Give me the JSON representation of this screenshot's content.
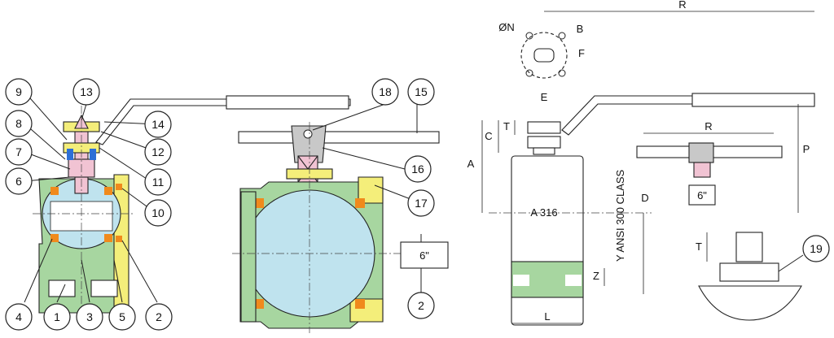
{
  "callouts": {
    "c1": "1",
    "c2": "2",
    "c3": "3",
    "c4": "4",
    "c5": "5",
    "c6": "6",
    "c7": "7",
    "c8": "8",
    "c9": "9",
    "c10": "10",
    "c11": "11",
    "c12": "12",
    "c13": "13",
    "c14": "14",
    "c15": "15",
    "c16": "16",
    "c17": "17",
    "c18": "18",
    "c19": "19",
    "c2b": "2"
  },
  "labels": {
    "size_mid": "6\"",
    "size_small": "6\"",
    "material": "A 316",
    "class": "Y ANSI 300 CLASS"
  },
  "dims": {
    "R_top": "R",
    "R_small": "R",
    "P": "P",
    "A": "A",
    "C": "C",
    "T": "T",
    "D": "D",
    "L": "L",
    "Z": "Z",
    "E": "E",
    "F": "F",
    "B": "B",
    "N": "ØN",
    "T2": "T"
  },
  "colors": {
    "body": "#a7d6a0",
    "ball": "#bfe3ee",
    "yellow": "#f4ee7a",
    "pink": "#f1c3d3",
    "seat": "#f08a1c",
    "blue": "#2d6fd6",
    "grey": "#c8c8c8"
  }
}
